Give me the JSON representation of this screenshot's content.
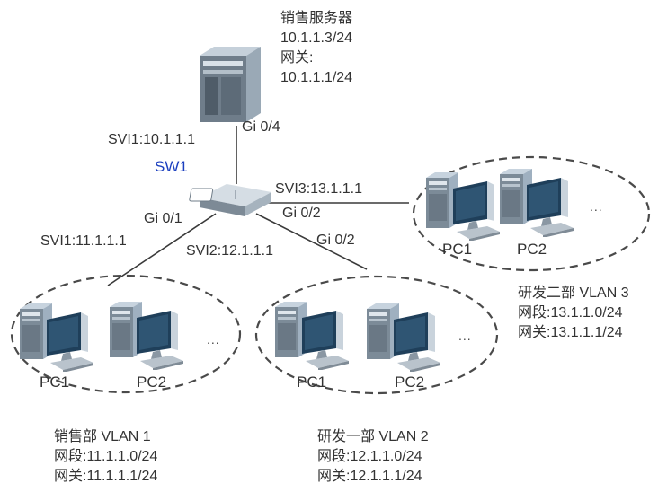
{
  "server": {
    "name": "销售服务器",
    "ip": "10.1.1.3/24",
    "gateway_label": "网关:",
    "gateway_ip": "10.1.1.1/24",
    "port": "Gi 0/4",
    "svi": "SVI1:10.1.1.1"
  },
  "switch": {
    "name": "SW1"
  },
  "links": {
    "svi3": "SVI3:13.1.1.1",
    "svi3_port": "Gi 0/2",
    "vlan1_port": "Gi 0/1",
    "vlan1_svi": "SVI1:11.1.1.1",
    "svi2": "SVI2:12.1.1.1",
    "vlan2_port": "Gi 0/2"
  },
  "groups": [
    {
      "id": "vlan1",
      "pc_labels": [
        "PC1",
        "PC2"
      ],
      "ellipsis": "...",
      "title": "销售部 VLAN 1",
      "subnet": "网段:11.1.1.0/24",
      "gateway": "网关:11.1.1.1/24"
    },
    {
      "id": "vlan2",
      "pc_labels": [
        "PC1",
        "PC2"
      ],
      "ellipsis": "...",
      "title": "研发一部 VLAN 2",
      "subnet": "网段:12.1.1.0/24",
      "gateway": "网关:12.1.1.1/24"
    },
    {
      "id": "vlan3",
      "pc_labels": [
        "PC1",
        "PC2"
      ],
      "ellipsis": "...",
      "title": "研发二部 VLAN 3",
      "subnet": "网段:13.1.1.0/24",
      "gateway": "网关:13.1.1.1/24"
    }
  ]
}
